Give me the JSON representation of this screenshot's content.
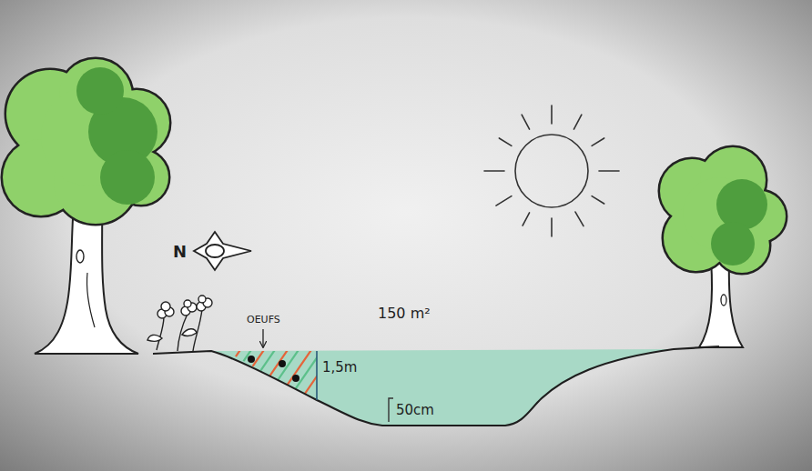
{
  "diagram": {
    "labels": [
      "N",
      "OEUFS",
      "150 m²",
      "1,5m",
      "50cm"
    ]
  }
}
